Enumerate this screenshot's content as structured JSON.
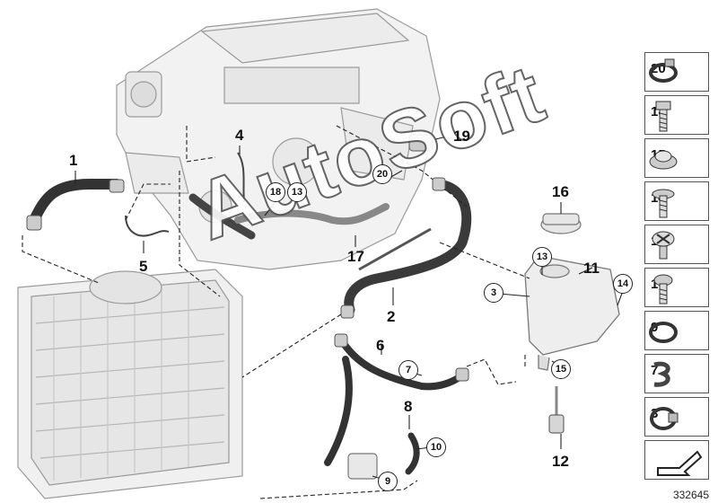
{
  "callouts": {
    "c1": "1",
    "c2": "2",
    "c3": "3",
    "c4": "4",
    "c5": "5",
    "c6": "6",
    "c7": "7",
    "c8": "8",
    "c9": "9",
    "c10": "10",
    "c11": "11",
    "c12": "12",
    "c13": "13",
    "c14": "14",
    "c15": "15",
    "c16": "16",
    "c17": "17",
    "c18": "18",
    "c19": "19",
    "c20": "20"
  },
  "legend": [
    {
      "num": "20",
      "icon": "hose-clamp-icon"
    },
    {
      "num": "18",
      "icon": "bolt-icon"
    },
    {
      "num": "15",
      "icon": "grommet-icon"
    },
    {
      "num": "14",
      "icon": "flange-bolt-icon"
    },
    {
      "num": "13",
      "icon": "bleed-screw-icon"
    },
    {
      "num": "10",
      "icon": "collar-screw-icon"
    },
    {
      "num": "9",
      "icon": "o-ring-icon"
    },
    {
      "num": "7",
      "icon": "spring-clip-icon"
    },
    {
      "num": "3",
      "icon": "clamp-icon"
    },
    {
      "num": "",
      "icon": "direction-arrow-icon"
    }
  ],
  "watermark": "AutoSoft",
  "document_id": "332645"
}
